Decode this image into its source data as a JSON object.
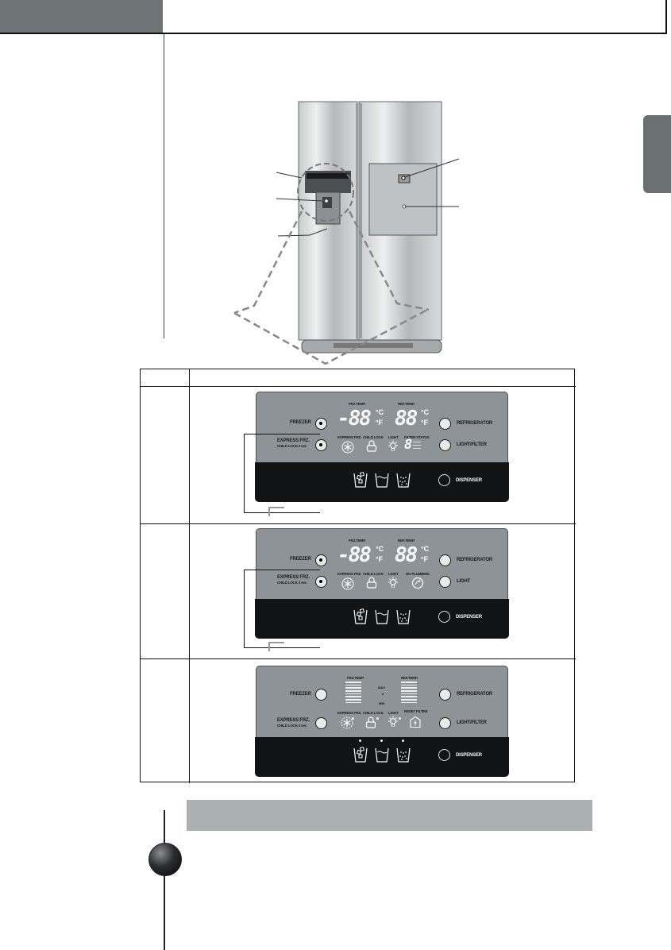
{
  "panels": [
    {
      "frz_temp_label": "FRZ.TEMP.",
      "ref_temp_label": "REF.TEMP.",
      "frz_digits": "-88",
      "ref_digits": "88",
      "unit_c": "°C",
      "unit_f": "°F",
      "freezer_label": "FREEZER",
      "express_label": "EXPRESS FRZ.",
      "childlock_label": "CHILD LOCK 3 sec",
      "refrigerator_label": "REFRIGERATOR",
      "right2_label": "LIGHT/FILTER",
      "icon_label_1": "EXPRESS FRZ.",
      "icon_label_2": "CHILD LOCK",
      "icon_label_3": "LIGHT",
      "icon_label_4": "FILTER STATUS",
      "filter_digit": "8",
      "dispenser_label": "DISPENSER"
    },
    {
      "frz_temp_label": "FRZ.TEMP.",
      "ref_temp_label": "REF.TEMP.",
      "frz_digits": "-88",
      "ref_digits": "88",
      "unit_c": "°C",
      "unit_f": "°F",
      "freezer_label": "FREEZER",
      "express_label": "EXPRESS FRZ.",
      "childlock_label": "CHILD LOCK 3 sec",
      "refrigerator_label": "REFRIGERATOR",
      "right2_label": "LIGHT",
      "icon_label_1": "EXPRESS FRZ.",
      "icon_label_2": "CHILD LOCK",
      "icon_label_3": "LIGHT",
      "icon_label_4": "NO PLUMBING",
      "dispenser_label": "DISPENSER"
    },
    {
      "frz_temp_label": "FRZ.TEMP.",
      "ref_temp_label": "REF.TEMP.",
      "max_label": "MAX",
      "min_label": "MIN",
      "freezer_label": "FREEZER",
      "express_label": "EXPRESS FRZ.",
      "childlock_label": "CHILD LOCK 3 sec",
      "refrigerator_label": "REFRIGERATOR",
      "right2_label": "LIGHT/FILTER",
      "icon_label_1": "EXPRESS FRZ.",
      "icon_label_2": "CHILD LOCK",
      "icon_label_3": "LIGHT",
      "icon_label_4": "RESET FILTER",
      "dispenser_label": "DISPENSER"
    }
  ],
  "colors": {
    "header_gray": "#6e7376",
    "panel_gray": "#8e9398",
    "dispenser_band": "#121314",
    "note_bar": "#aab0b0"
  }
}
